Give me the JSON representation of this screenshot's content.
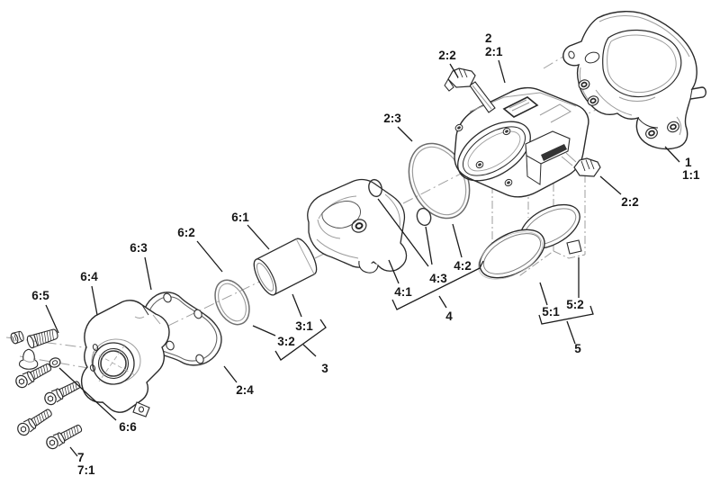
{
  "figure": {
    "type": "exploded-parts-diagram",
    "subject": "brake caliper assembly exploded view line drawing",
    "colors": {
      "background": "#ffffff",
      "line": "#2a2a2a",
      "secondary_line": "#9c9c9c"
    },
    "callouts": {
      "part_1": "1",
      "part_1_1": "1:1",
      "part_2": "2",
      "part_2_1": "2:1",
      "part_2_2": "2:2",
      "part_2_3": "2:3",
      "part_2_4": "2:4",
      "part_3": "3",
      "part_3_1": "3:1",
      "part_3_2": "3:2",
      "part_4": "4",
      "part_4_1": "4:1",
      "part_4_2": "4:2",
      "part_4_3": "4:3",
      "part_5": "5",
      "part_5_1": "5:1",
      "part_5_2": "5:2",
      "part_6_1": "6:1",
      "part_6_2": "6:2",
      "part_6_3": "6:3",
      "part_6_4": "6:4",
      "part_6_5": "6:5",
      "part_6_6": "6:6",
      "part_7": "7",
      "part_7_1": "7:1"
    }
  }
}
